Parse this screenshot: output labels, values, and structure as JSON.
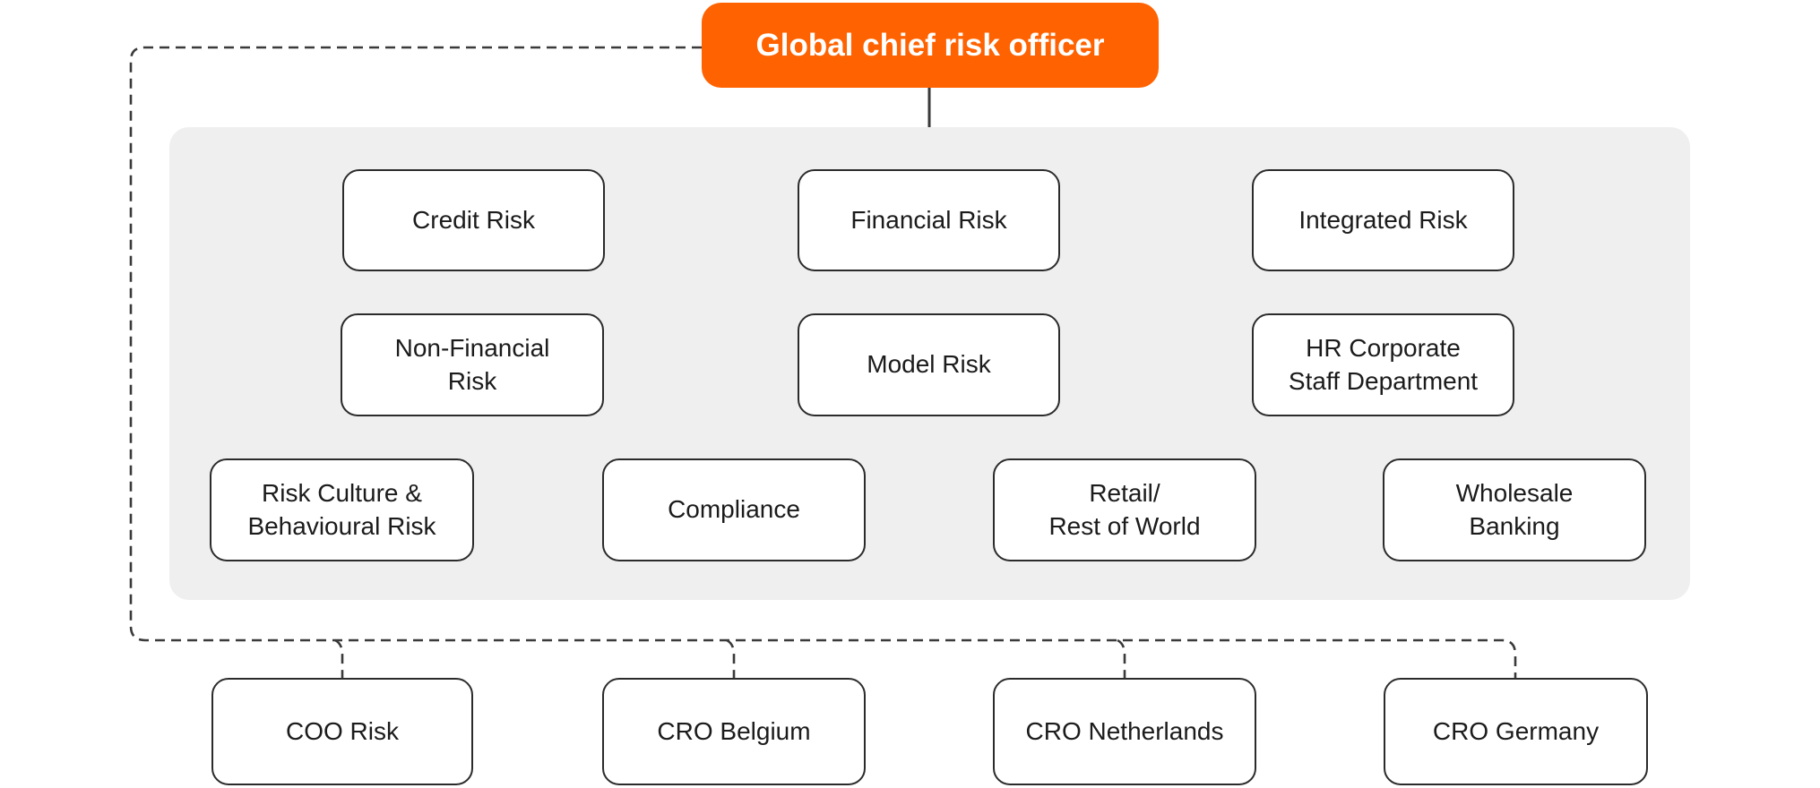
{
  "colors": {
    "accent": "#FF6200",
    "root-text": "#FFFFFF",
    "panel-bg": "#EFEFEF",
    "box-bg": "#FFFFFF",
    "box-border": "#2B2B2B",
    "text": "#1B1B1B",
    "connector": "#3A3A3A"
  },
  "root": {
    "label": "Global chief risk officer"
  },
  "panel_boxes": [
    {
      "label": "Credit Risk"
    },
    {
      "label": "Financial Risk"
    },
    {
      "label": "Integrated Risk"
    },
    {
      "label": "Non-Financial\nRisk"
    },
    {
      "label": "Model Risk"
    },
    {
      "label": "HR Corporate\nStaff Department"
    },
    {
      "label": "Risk Culture &\nBehavioural Risk"
    },
    {
      "label": "Compliance"
    },
    {
      "label": "Retail/\nRest of World"
    },
    {
      "label": "Wholesale\nBanking"
    }
  ],
  "bottom_boxes": [
    {
      "label": "COO Risk"
    },
    {
      "label": "CRO Belgium"
    },
    {
      "label": "CRO Netherlands"
    },
    {
      "label": "CRO Germany"
    }
  ]
}
